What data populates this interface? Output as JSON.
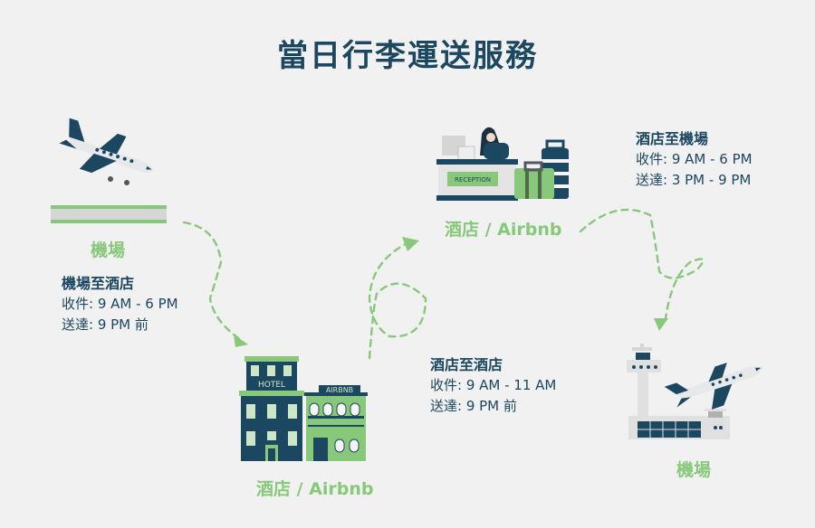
{
  "title": "當日行李運送服務",
  "colors": {
    "navy": "#1c4760",
    "green": "#88c87a",
    "background": "#f1f1f1",
    "grey": "#d9d9d9"
  },
  "locations": {
    "airport_start": {
      "label": "機場",
      "icon": "landing-plane-icon"
    },
    "hotel_bottom": {
      "label": "酒店 / Airbnb",
      "icon": "hotel-buildings-icon",
      "signs": {
        "hotel": "HOTEL",
        "airbnb": "AIRBNB"
      }
    },
    "hotel_top": {
      "label": "酒店 / Airbnb",
      "icon": "reception-desk-icon",
      "sign": "RECEPTION"
    },
    "airport_end": {
      "label": "機場",
      "icon": "airport-tower-icon"
    }
  },
  "routes": [
    {
      "title": "機場至酒店",
      "pickup": "收件: 9 AM - 6 PM",
      "delivery": "送達: 9 PM 前"
    },
    {
      "title": "酒店至酒店",
      "pickup": "收件: 9 AM - 11 AM",
      "delivery": "送達: 9 PM 前"
    },
    {
      "title": "酒店至機場",
      "pickup": "收件: 9 AM - 6 PM",
      "delivery": "送達: 3 PM - 9 PM"
    }
  ]
}
